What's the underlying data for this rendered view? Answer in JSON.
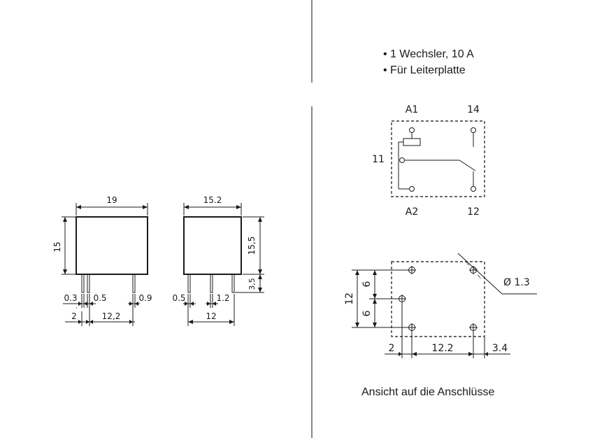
{
  "features": [
    "• 1 Wechsler, 10 A",
    "• Für Leiterplatte"
  ],
  "caption": "Ansicht auf die Anschlüsse",
  "front_view": {
    "width": "19",
    "height": "15",
    "dims_bottom": [
      "0.3",
      "0.5",
      "0.9",
      "2",
      "12,2"
    ]
  },
  "side_view": {
    "width": "15.2",
    "height": "15,5",
    "pin_len": "3,5",
    "dims_bottom": [
      "0.5",
      "1.2",
      "12"
    ]
  },
  "schematic": {
    "terminals": [
      "A1",
      "14",
      "11",
      "A2",
      "12"
    ]
  },
  "footprint": {
    "hole": "Ø 1.3",
    "vertical": [
      "12",
      "6",
      "6"
    ],
    "horizontal": [
      "2",
      "12.2",
      "3.4"
    ]
  }
}
